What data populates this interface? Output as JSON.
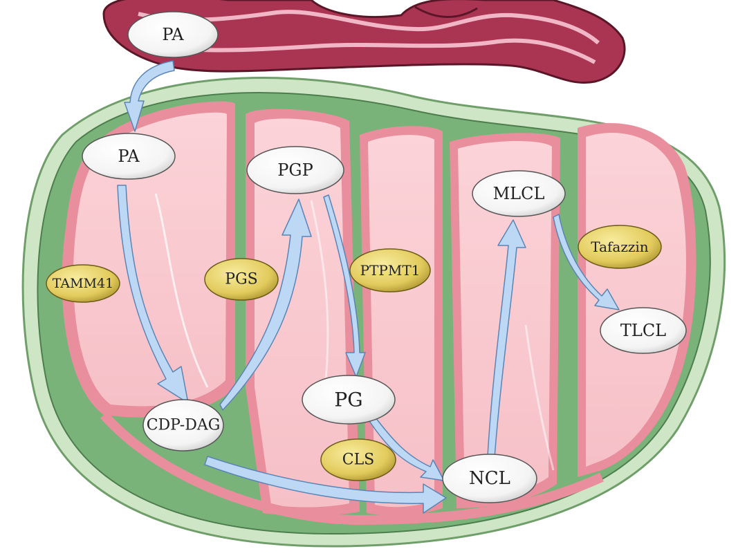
{
  "diagram": {
    "metabolites": {
      "pa_er": "PA",
      "pa_mito": "PA",
      "cdp_dag": "CDP-DAG",
      "pgp": "PGP",
      "pg": "PG",
      "ncl": "NCL",
      "mlcl": "MLCL",
      "tlcl": "TLCL"
    },
    "enzymes": {
      "tamm41": "TAMM41",
      "pgs": "PGS",
      "ptpmt1": "PTPMT1",
      "cls": "CLS",
      "tafazzin": "Tafazzin"
    },
    "colors": {
      "outer_membrane_light": "#cfe6c6",
      "outer_membrane": "#79b37a",
      "inner_membrane": "#e98e9c",
      "matrix": "#f9c9cf",
      "er": "#a93553",
      "arrow": "#bcd8f4",
      "arrow_stroke": "#5a84b4",
      "metabolite": "#ffffff",
      "enzyme": "#e0c85a"
    }
  }
}
